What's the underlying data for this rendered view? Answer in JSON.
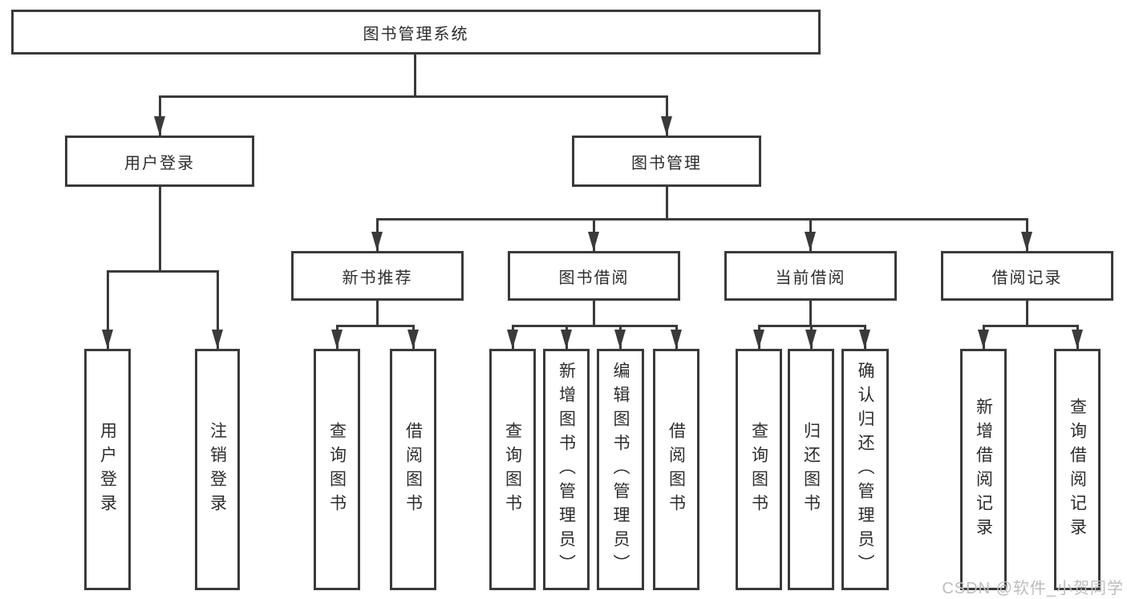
{
  "diagram": {
    "root": {
      "label": "图书管理系统"
    },
    "branches": [
      {
        "label": "用户登录",
        "children": [
          "用户登录",
          "注销登录"
        ]
      },
      {
        "label": "图书管理"
      }
    ],
    "sections": [
      {
        "label": "新书推荐",
        "children": [
          "查询图书",
          "借阅图书"
        ]
      },
      {
        "label": "图书借阅",
        "children": [
          "查询图书",
          "新增图书（管理员）",
          "编辑图书（管理员）",
          "借阅图书"
        ]
      },
      {
        "label": "当前借阅",
        "children": [
          "查询图书",
          "归还图书",
          "确认归还（管理员）"
        ]
      },
      {
        "label": "借阅记录",
        "children": [
          "新增借阅记录",
          "查询借阅记录"
        ]
      }
    ],
    "watermark": "CSDN @软件_小贺同学",
    "colors": {
      "line": "#3a3a3a",
      "text": "#2d2d2d",
      "watermark_text": "#bdbdbd",
      "background": "#ffffff"
    }
  }
}
